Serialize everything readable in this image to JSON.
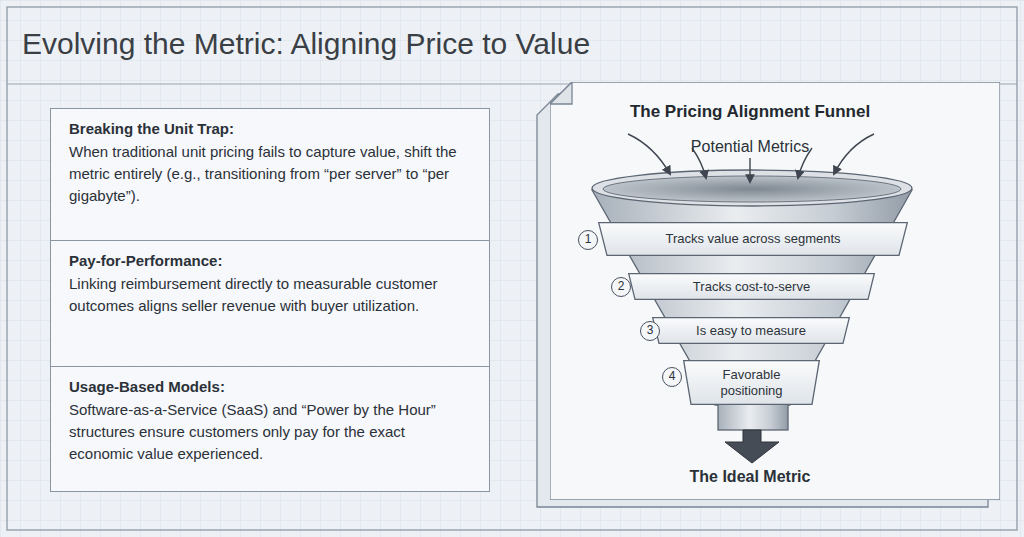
{
  "diagram": {
    "title": "Evolving the Metric: Aligning Price to Value",
    "nodes": [
      {
        "text": [
          "Breaking the Unit Trap:",
          "When traditional unit pricing fails to capture value, shift the metric entirely (e.g., transitioning from “per server” to “per gigabyte”)."
        ]
      },
      {
        "text": [
          "Pay-for-Performance:",
          "Linking reimbursement directly to measurable customer outcomes aligns seller revenue with buyer utilization."
        ]
      },
      {
        "text": [
          "Usage-Based Models:",
          "Software-as-a-Service (SaaS) and “Power by the Hour” structures ensure customers only pay for the exact economic value experienced."
        ]
      },
      {
        "text": [
          "The Pricing Alignment Funnel"
        ]
      },
      {
        "text": [
          "Tracks value across segments"
        ],
        "in": 3
      },
      {
        "text": [
          "Tracks cost-to-serve"
        ],
        "in": 3
      },
      {
        "text": [
          "Is easy to measure"
        ],
        "in": 3
      },
      {
        "text": [
          "Favorable positioning"
        ],
        "in": 3
      }
    ],
    "labels": [
      "Potential Metrics",
      "1",
      "2",
      "3",
      "4",
      "The Ideal Metric"
    ]
  }
}
